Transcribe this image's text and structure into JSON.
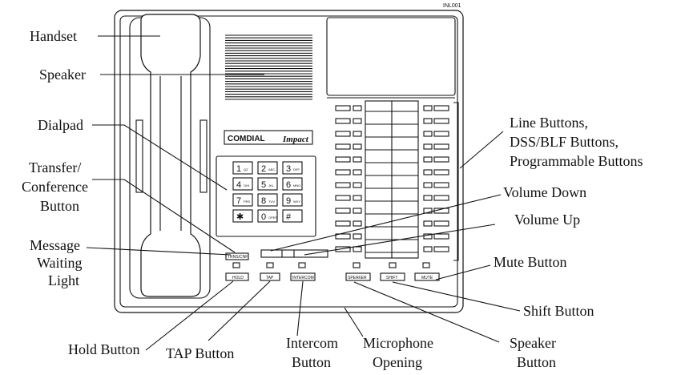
{
  "figure_id": "INL001",
  "brand": {
    "name": "COMDIAL",
    "model": "Impact"
  },
  "labels": {
    "handset": "Handset",
    "speaker": "Speaker",
    "dialpad": "Dialpad",
    "transfer_1": "Transfer/",
    "transfer_2": "Conference",
    "transfer_3": "Button",
    "message_1": "Message",
    "message_2": "Waiting",
    "message_3": "Light",
    "hold_button": "Hold Button",
    "tap_button": "TAP Button",
    "intercom_1": "Intercom",
    "intercom_2": "Button",
    "microphone_1": "Microphone",
    "microphone_2": "Opening",
    "speaker_btn_1": "Speaker",
    "speaker_btn_2": "Button",
    "shift_button": "Shift Button",
    "mute_button": "Mute Button",
    "volume_up": "Volume Up",
    "volume_down": "Volume Down",
    "line_1": "Line Buttons,",
    "line_2": "DSS/BLF Buttons,",
    "line_3": "Programmable Buttons"
  },
  "keys": [
    {
      "digit": "1",
      "sub": "QZ"
    },
    {
      "digit": "2",
      "sub": "ABC"
    },
    {
      "digit": "3",
      "sub": "DEF"
    },
    {
      "digit": "4",
      "sub": "GHI"
    },
    {
      "digit": "5",
      "sub": "JKL"
    },
    {
      "digit": "6",
      "sub": "MNO"
    },
    {
      "digit": "7",
      "sub": "PRS"
    },
    {
      "digit": "8",
      "sub": "TUV"
    },
    {
      "digit": "9",
      "sub": "WXY"
    },
    {
      "digit": "✱",
      "sub": ""
    },
    {
      "digit": "0",
      "sub": "OPER"
    },
    {
      "digit": "#",
      "sub": ""
    }
  ],
  "phone_buttons": {
    "trns_conf": "TRNS/CNF",
    "hold": "HOLD",
    "tap": "TAP",
    "intercom": "INTERCOM",
    "speaker": "SPEAKER",
    "shift": "SHIFT",
    "mute": "MUTE"
  }
}
